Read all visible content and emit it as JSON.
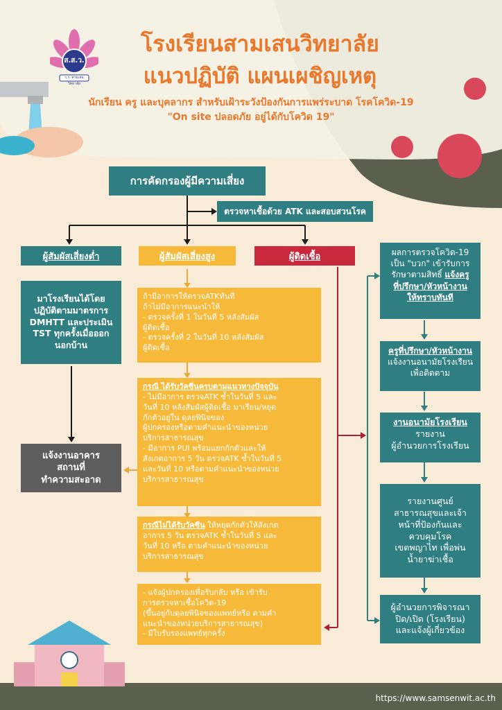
{
  "header": {
    "title1": "โรงเรียนสามเสนวิทยาลัย",
    "title2": "แนวปฏิบัติ แผนเผชิญเหตุ",
    "subtitle1": "นักเรียน ครู และบุคลากร สำหรับเฝ้าระวังป้องกันการแพร่ระบาด โรคโควิด-19",
    "subtitle2": "\"On site ปลอดภัย อยู่ได้กับโควิด 19\"",
    "logo_text": "ส.ส.ว.",
    "logo_caption": "ร.ร. สามเสนวิทยาลัย"
  },
  "flow": {
    "screening": "การคัดกรองผู้มีความเสี่ยง",
    "atk": "ตรวจหาเชื้อด้วย ATK และสอบสวนโรค",
    "low_risk_label": "ผู้สัมผัสเสี่ยงต่ำ",
    "high_risk_label": "ผู้สัมผัสเสี่ยงสูง",
    "infected_label": "ผู้ติดเชื้อ",
    "low_risk_action": "มาโรงเรียนได้โดย\nปฏิบัติตามมาตรการ\nDMHTT และประเมิน\nTST ทุกครั้งเมื่อออก\nนอกบ้าน",
    "cleaning": "แจ้งงานอาคาร\nสถานที่\nทำความสะอาด",
    "high_1": "ถ้ามีอาการให้ตรวจATKทันที\nถ้าไม่มีอาการแนะนำให้\n- ตรวจครั้งที่ 1 ในวันที่ 5 หลังสัมผัส\nผู้ติดเชื้อ\n- ตรวจครั้งที่ 2 ในวันที่ 10 หลังสัมผัส\nผู้ติดเชื้อ",
    "high_2_title": "กรณี ได้รับวัคซีนครบตามแนวทางปัจจุบัน",
    "high_2_body": "- ไม่มีอาการ ตรวจATK ซ้ำในวันที่ 5 และ\nวันที่ 10 หลังสัมผัสผู้ติดเชื้อ มาเรียน/หยุด\nกักตัวอยู่ใน ดุลยพินิจของ\nผู้ปกครองหรือตามคำแนะนำของหน่วย\nบริการสาธารณสุข\n- มีอาการ PUI พร้อมแยกกักตัวและให้\nสังเกตอาการ 5 วัน ตรวจATK ซ้ำในวันที่ 5\nและวันที่ 10 หรือตามคำแนะนำของหน่วย\nบริการสาธารณสุข",
    "high_3_title": "กรณีไม่ได้รับวัคซีน",
    "high_3_body": " ให้หยุดกักตัวให้สังเกต\nอาการ 5 วัน ตรวจATK ซ้ำในวันที่ 5 และ\nวันที่ 10 หรือ ตามคำแนะนำของหน่วย\nบริการสาธารณสุข",
    "high_4": "- แจ้งผู้ปกครองเพื่อรับกลับ หรือ เข้ารับ\nการตรวจหาเชื้อโควิด-19\n(ขึ้นอยู่กับดุลยพินิจของแพทย์หรือ ตามคำ\nแนะนำของหน่วยบริการสาธารณสุข)\n- มีใบรับรองแพทย์ทุกครั้ง",
    "r1_a": "ผลการตรวจโควิด-19\nเป็น \"บวก\" เข้ารับการ\nรักษาตามสิทธิ์ ",
    "r1_b": "แจ้งครู\nที่ปรึกษา/หัวหน้างาน\nให้ทราบทันที",
    "r2_a": "ครูที่ปรึกษา/หัวหน้างาน",
    "r2_b": "แจ้งงานอนามัยโรงเรียน\nเพื่อติดตาม",
    "r3_a": "งานอนามัยโรงเรียน",
    "r3_b": "รายงาน\nผู้อำนวยการโรงเรียน",
    "r4": "รายงานศูนย์\nสาธารณสุขและเจ้า\nหน้าที่ป้องกันและ\nควบคุมโรค\nเขตพญาไท เพื่อพ่น\nน้ำยาฆ่าเชื้อ",
    "r5": "ผู้อำนวยการพิจารณา\nปิด/เปิด (โรงเรียน)\nและแจ้งผู้เกี่ยวข้อง"
  },
  "footer": {
    "url": "https://www.samsenwit.ac.th"
  },
  "colors": {
    "teal": "#2f7e82",
    "amber": "#f7b93a",
    "red": "#c8283c",
    "grey": "#5e5e5e",
    "orange_text": "#e8782c",
    "cream": "#f8ecd8",
    "olive": "#5a5f4e"
  }
}
